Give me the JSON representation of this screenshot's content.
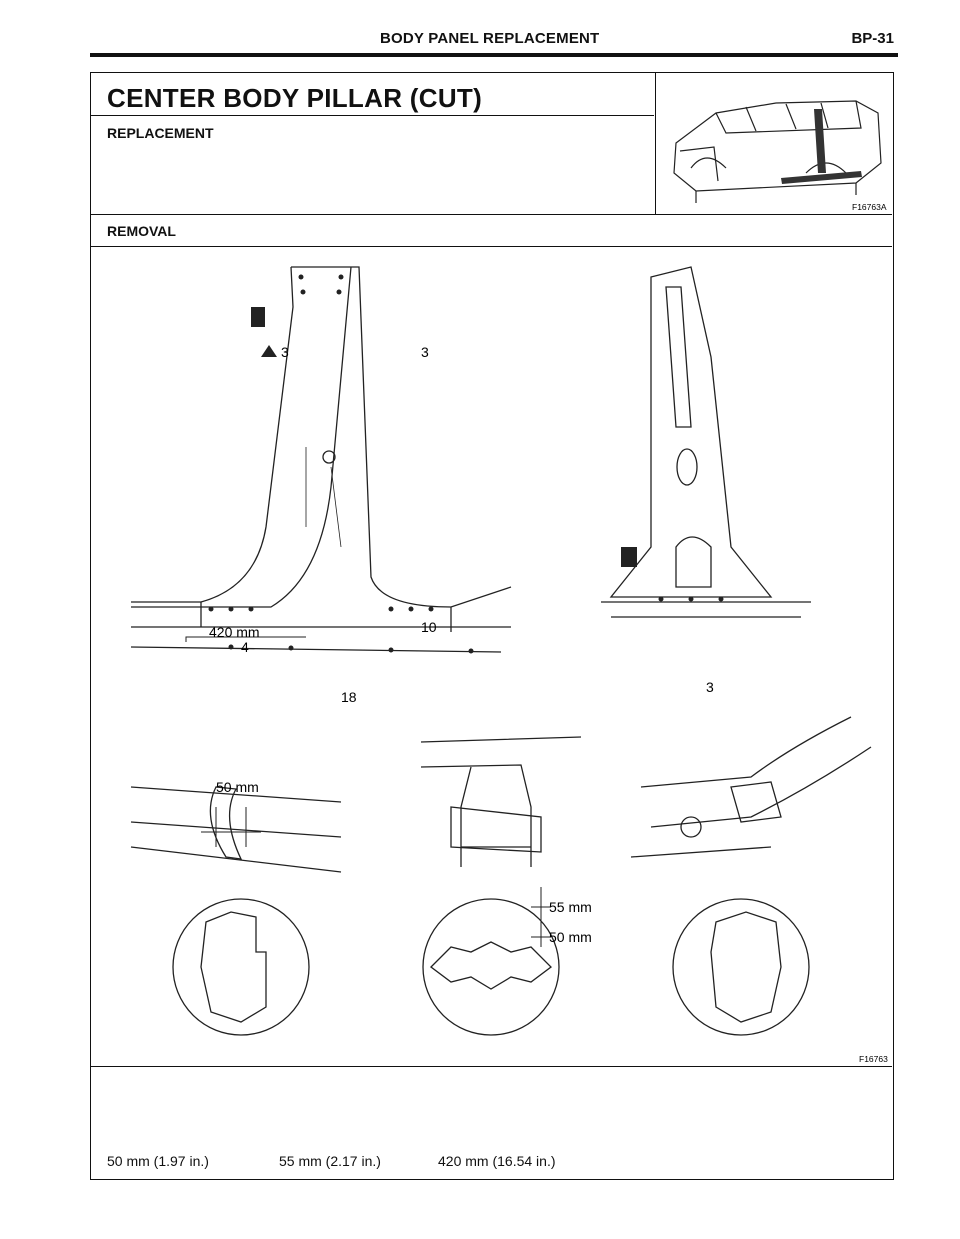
{
  "header": {
    "section": "BODY PANEL REPLACEMENT",
    "page": "BP-31"
  },
  "title": "CENTER BODY PILLAR (CUT)",
  "subtitle": "REPLACEMENT",
  "thumbnail": {
    "code": "F16763A"
  },
  "removal_label": "REMOVAL",
  "diagram": {
    "code": "F16763",
    "dimension_labels": [
      "420 mm",
      "50 mm",
      "55 mm",
      "50 mm"
    ],
    "weld_counts": [
      "3",
      "3",
      "4",
      "10",
      "18",
      "3"
    ],
    "icons": [
      "cut-icon",
      "spot-weld-icon",
      "mig-weld-icon",
      "brazing-icon"
    ]
  },
  "notes": [
    "50 mm (1.97 in.)",
    "55 mm (2.17 in.)",
    "420 mm (16.54 in.)"
  ]
}
